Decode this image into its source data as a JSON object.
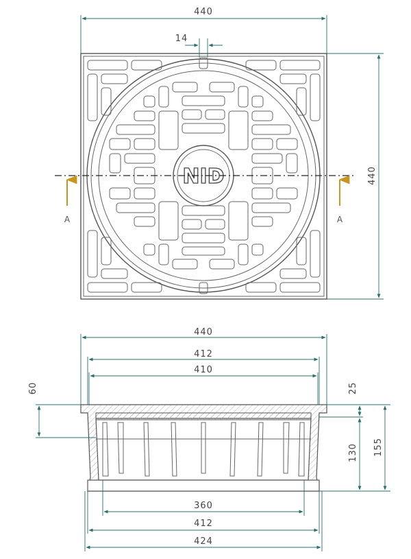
{
  "logo_text": "NID",
  "section_labels": {
    "left": "A",
    "right": "A"
  },
  "plan_view": {
    "width_label": "440",
    "height_label": "440",
    "slot_label": "14"
  },
  "section_view": {
    "top_dims": [
      "440",
      "412",
      "410"
    ],
    "bottom_dims": [
      "360",
      "412",
      "424"
    ],
    "left_dim": "60",
    "right_dims": [
      "25",
      "130",
      "155"
    ]
  },
  "colors": {
    "outline": "#555555",
    "dimension_line": "#2a6f6f",
    "section_arrow": "#c8961e"
  }
}
